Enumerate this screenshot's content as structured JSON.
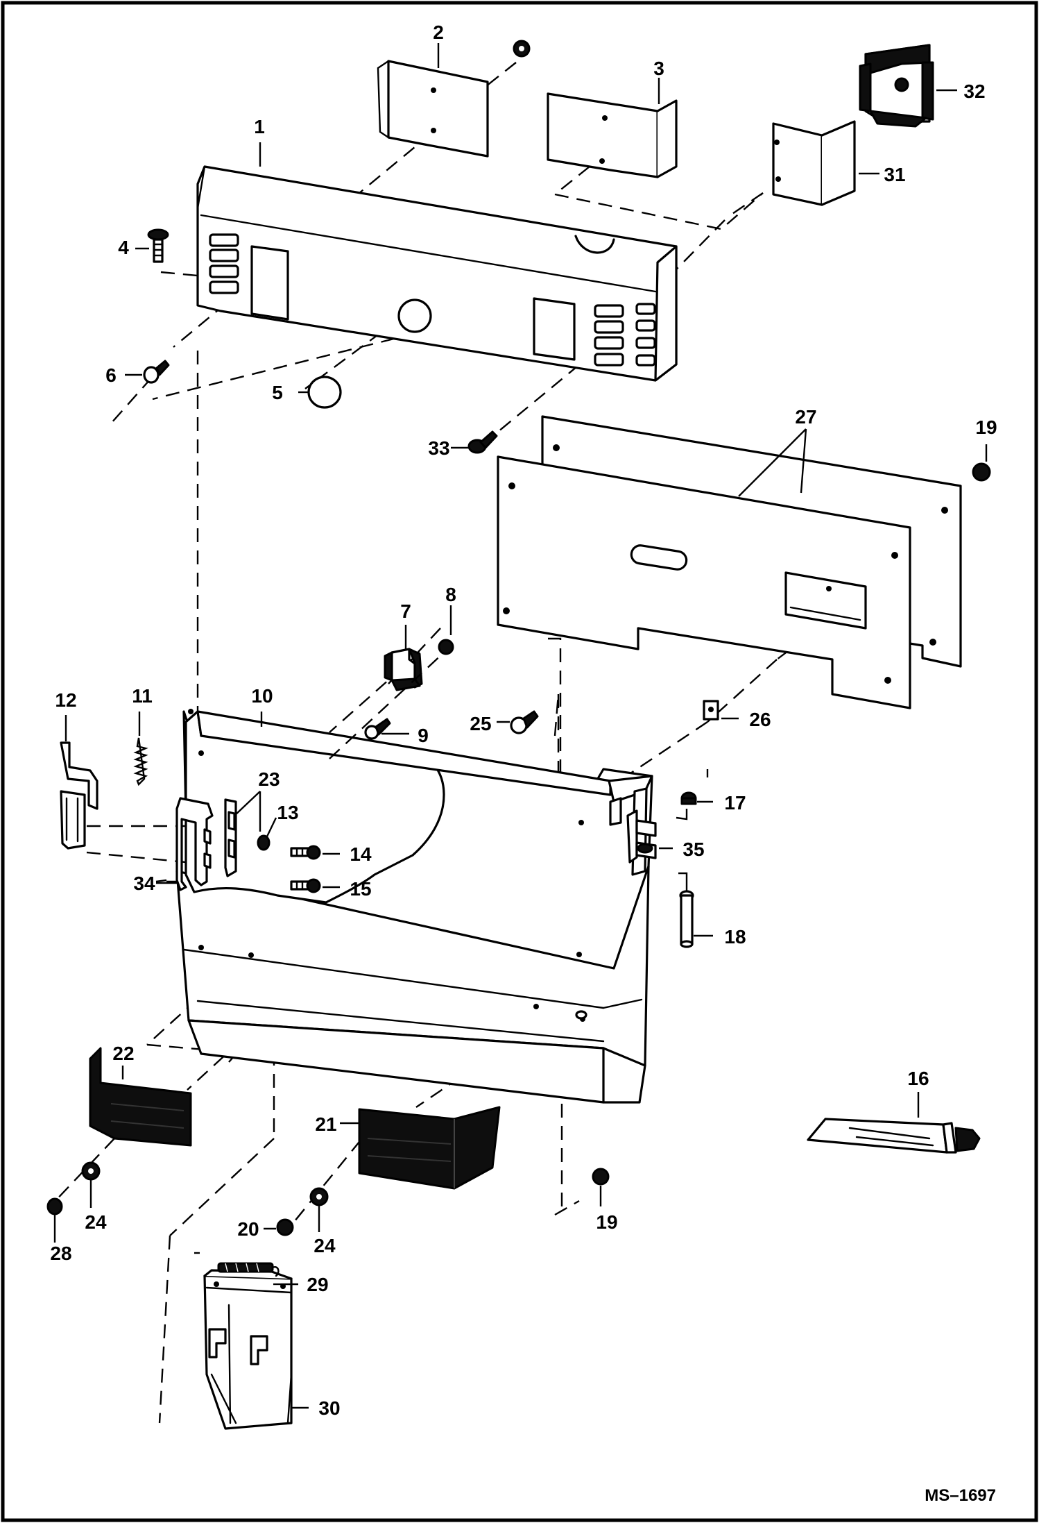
{
  "callouts": {
    "c1": "1",
    "c2": "2",
    "c3": "3",
    "c4": "4",
    "c5": "5",
    "c6": "6",
    "c7": "7",
    "c8": "8",
    "c9": "9",
    "c10": "10",
    "c11": "11",
    "c12": "12",
    "c13": "13",
    "c14": "14",
    "c15": "15",
    "c16": "16",
    "c17": "17",
    "c18": "18",
    "c19a": "19",
    "c19b": "19",
    "c20": "20",
    "c21": "21",
    "c22": "22",
    "c23": "23",
    "c24a": "24",
    "c24b": "24",
    "c25": "25",
    "c26": "26",
    "c27": "27",
    "c28": "28",
    "c29": "29",
    "c30": "30",
    "c31": "31",
    "c32": "32",
    "c33": "33",
    "c34": "34",
    "c35": "35"
  },
  "figure_ref": "MS–1697"
}
